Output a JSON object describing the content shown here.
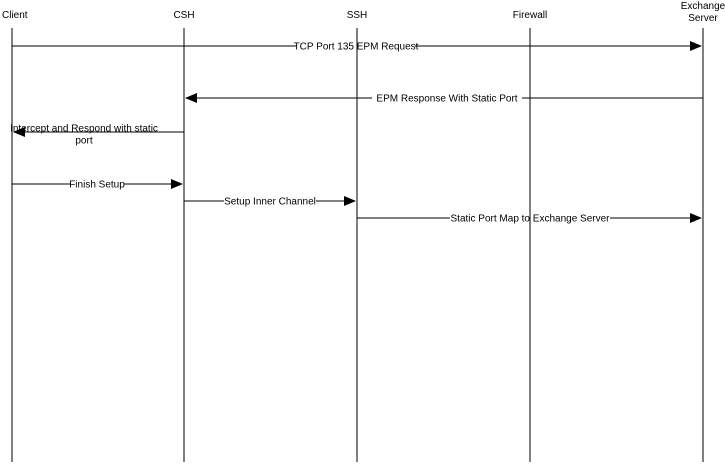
{
  "participants": [
    {
      "lines": [
        "Client"
      ]
    },
    {
      "lines": [
        "CSH"
      ]
    },
    {
      "lines": [
        "SSH"
      ]
    },
    {
      "lines": [
        "Firewall"
      ]
    },
    {
      "lines": [
        "Exchange",
        "Server"
      ]
    }
  ],
  "messages": [
    {
      "from": 0,
      "to": 4,
      "lines": [
        "TCP Port 135 EPM Request"
      ]
    },
    {
      "from": 4,
      "to": 1,
      "lines": [
        "EPM Response With Static  Port"
      ]
    },
    {
      "from": 1,
      "to": 0,
      "lines": [
        "Intercept and Respond with static",
        "port"
      ]
    },
    {
      "from": 0,
      "to": 1,
      "lines": [
        "Finish Setup"
      ]
    },
    {
      "from": 1,
      "to": 2,
      "lines": [
        "Setup Inner Channel"
      ]
    },
    {
      "from": 2,
      "to": 4,
      "lines": [
        "Static Port Map to Exchange Server"
      ]
    }
  ],
  "colors": {
    "line": "#000000",
    "background": "#ffffff",
    "text": "#000000"
  }
}
